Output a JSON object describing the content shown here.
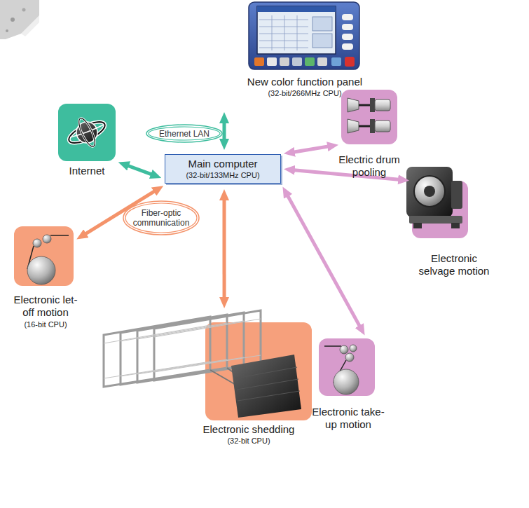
{
  "diagram": {
    "nodes": [
      {
        "text": [
          "New color function panel",
          "(32-bit/266MHz CPU)"
        ]
      },
      {
        "text": [
          "Internet"
        ]
      },
      {
        "text": [
          "Ethernet LAN"
        ]
      },
      {
        "text": [
          "Main computer",
          "(32-bit/133MHz CPU)"
        ]
      },
      {
        "text": [
          "Electric drum pooling"
        ]
      },
      {
        "text": [
          "Electronic selvage motion"
        ]
      },
      {
        "text": [
          "Fiber-optic communication"
        ]
      },
      {
        "text": [
          "Electronic let-off motion",
          "(16-bit CPU)"
        ]
      },
      {
        "text": [
          "Electronic take-up motion"
        ]
      },
      {
        "text": [
          "Electronic shedding",
          "(32-bit CPU)"
        ]
      }
    ],
    "edges": [
      {
        "from": 0,
        "to": 3,
        "arrow": "both"
      },
      {
        "from": 1,
        "to": 3,
        "arrow": "both"
      },
      {
        "from": 4,
        "to": 3,
        "arrow": "both"
      },
      {
        "from": 3,
        "to": 5,
        "arrow": "both"
      },
      {
        "from": 7,
        "to": 3,
        "arrow": "both"
      },
      {
        "from": 3,
        "to": 9,
        "arrow": "both"
      },
      {
        "from": 3,
        "to": 8,
        "arrow": "both"
      }
    ]
  }
}
